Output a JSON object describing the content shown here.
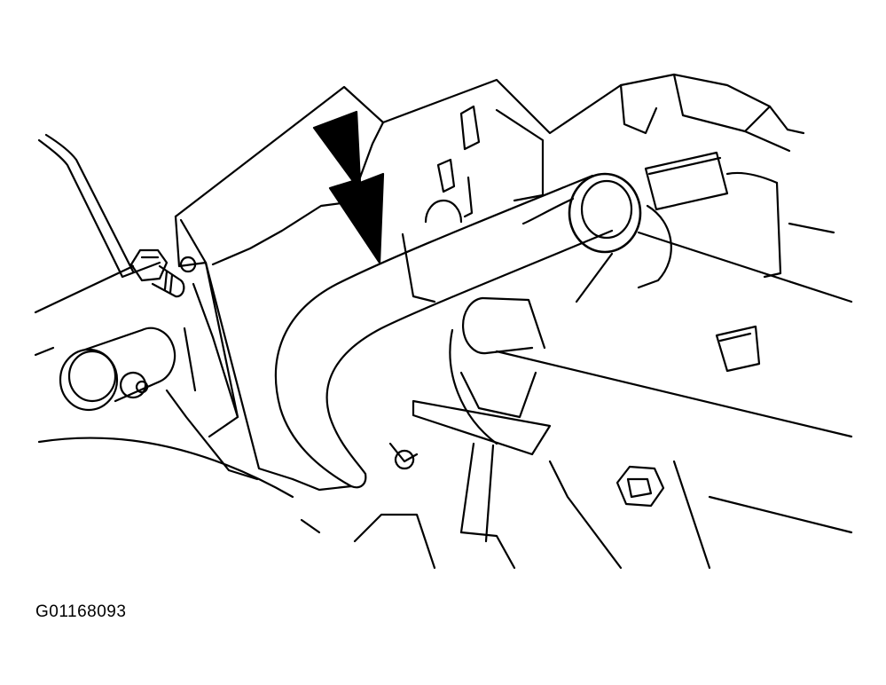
{
  "figure": {
    "id_label": "G01168093",
    "colors": {
      "line": "#000000",
      "background": "#ffffff"
    },
    "depicted_parts": [
      "pointer-arrow",
      "curved-hose",
      "main-tube",
      "engine-bracket",
      "hex-bolt",
      "cylindrical-mount",
      "electrical-connector",
      "clamp-bracket",
      "nut",
      "frame-rail"
    ]
  }
}
